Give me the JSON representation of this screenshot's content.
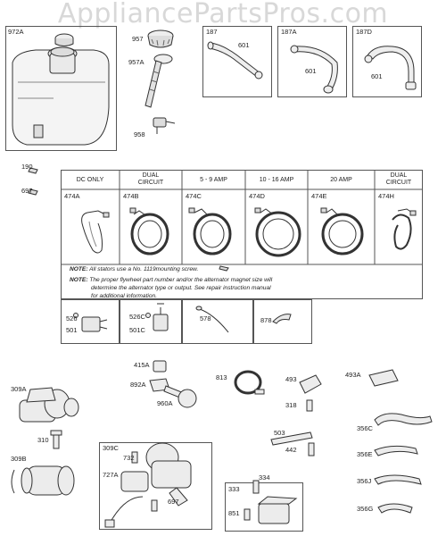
{
  "watermark": "AppliancePartsPros.com",
  "callouts": {
    "c972A": "972A",
    "c957": "957",
    "c957A": "957A",
    "c958": "958",
    "c187": "187",
    "c601a": "601",
    "c187A": "187A",
    "c601b": "601",
    "c187D": "187D",
    "c601c": "601",
    "c190": "190",
    "c697a": "697",
    "c474A": "474A",
    "c474B": "474B",
    "c474C": "474C",
    "c474D": "474D",
    "c474E": "474E",
    "c474H": "474H",
    "c526": "526",
    "c501": "501",
    "c526C": "526C",
    "c501C": "501C",
    "c578": "578",
    "c878": "878",
    "c415A": "415A",
    "c892A": "892A",
    "c960A": "960A",
    "c813": "813",
    "c493": "493",
    "c493A": "493A",
    "c318": "318",
    "c309A": "309A",
    "c310": "310",
    "c309B": "309B",
    "c309C": "309C",
    "c732": "732",
    "c727A": "727A",
    "c697b": "697",
    "c503": "503",
    "c442": "442",
    "c334": "334",
    "c333": "333",
    "c851": "851",
    "c356C": "356C",
    "c356E": "356E",
    "c356J": "356J",
    "c356G": "356G"
  },
  "stator_table": {
    "headers": [
      "DC ONLY",
      "DUAL CIRCUIT",
      "5 - 9 AMP",
      "10 - 16 AMP",
      "20 AMP",
      "DUAL CIRCUIT"
    ],
    "note1_label": "NOTE:",
    "note1_text": "All stators use a No. 1119mounting screw.",
    "note2_label": "NOTE:",
    "note2_text_line1": "The proper flywheel part number and/or the alternator magnet size will",
    "note2_text_line2": "determine the alternator type or output.  See repair instruction manual",
    "note2_text_line3": "for additional information."
  }
}
